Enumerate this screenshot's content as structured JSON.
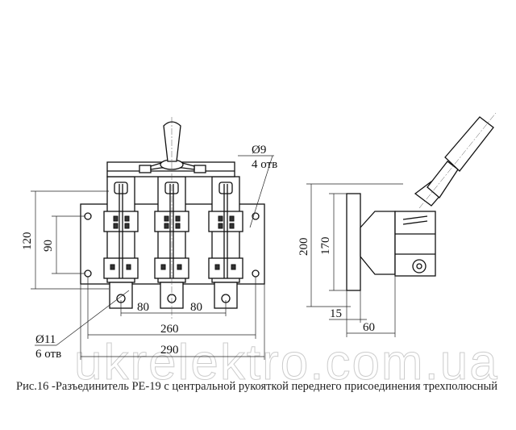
{
  "figure": {
    "caption": "Рис.16 -Разъединитель РЕ-19 с центральной рукояткой переднего присоединения трехполюсный",
    "watermark": "ukrelektro.com.ua",
    "front_view": {
      "dim_height_outer": "120",
      "dim_height_inner": "90",
      "dim_pitch_left": "80",
      "dim_pitch_right": "80",
      "dim_width_holes": "260",
      "dim_width_total": "290",
      "hole_small_label": "Ø9",
      "hole_small_count": "4 отв",
      "hole_large_label": "Ø11",
      "hole_large_count": "6 отв"
    },
    "side_view": {
      "dim_height_outer": "200",
      "dim_height_inner": "170",
      "dim_plate": "15",
      "dim_depth": "60"
    }
  }
}
